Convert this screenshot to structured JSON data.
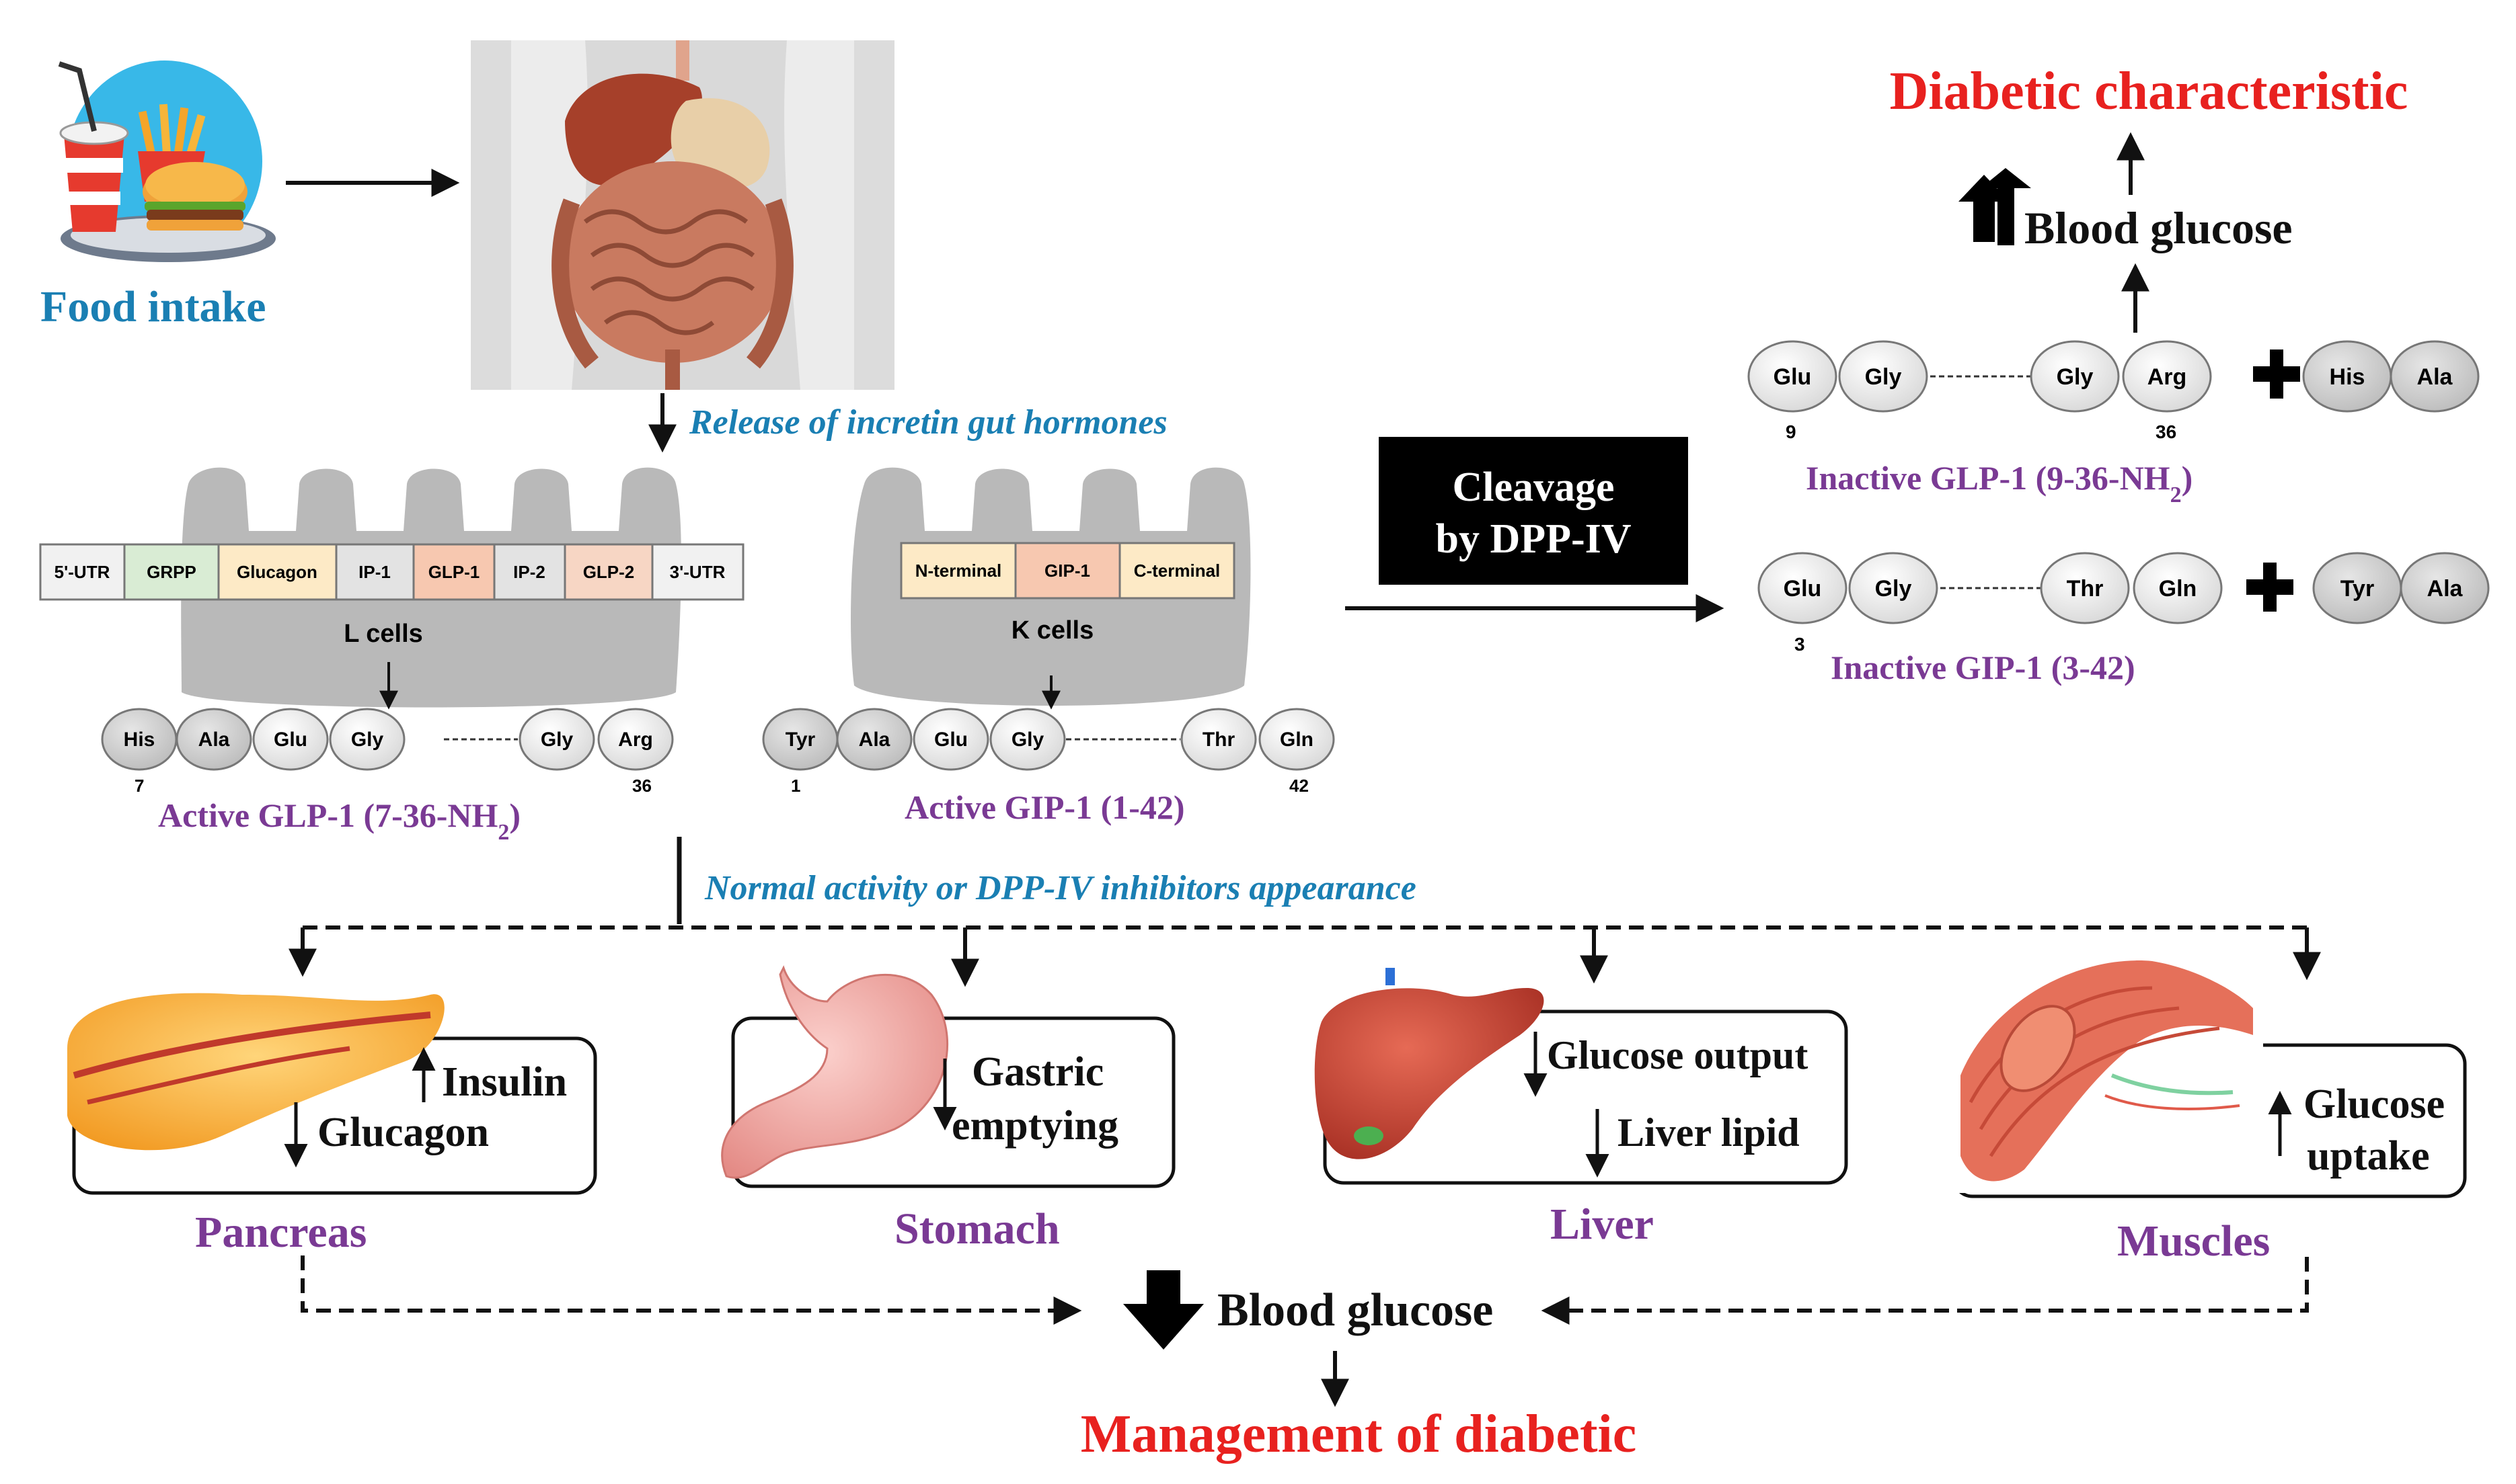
{
  "food": {
    "label": "Food intake",
    "icon": "fast-food-icon"
  },
  "release_label": "Release of incretin gut hormones",
  "cleavage": {
    "line1": "Cleavage",
    "line2": "by DPP-IV"
  },
  "top_right": {
    "diabetic": "Diabetic characteristic",
    "blood_glucose": "Blood glucose"
  },
  "l_cells": {
    "label": "L cells",
    "segments": [
      "5'-UTR",
      "GRPP",
      "Glucagon",
      "IP-1",
      "GLP-1",
      "IP-2",
      "GLP-2",
      "3'-UTR"
    ],
    "chain": [
      "His",
      "Ala",
      "Glu",
      "Gly",
      "Gly",
      "Arg"
    ],
    "num_left": "7",
    "num_right": "36",
    "name": "Active GLP-1 (7-36-NH",
    "sub": "2",
    "close": ")"
  },
  "k_cells": {
    "label": "K cells",
    "segments": [
      "N-terminal",
      "GIP-1",
      "C-terminal"
    ],
    "chain": [
      "Tyr",
      "Ala",
      "Glu",
      "Gly",
      "Thr",
      "Gln"
    ],
    "num_left": "1",
    "num_right": "42",
    "name": "Active GIP-1 (1-42)"
  },
  "inactive_glp": {
    "chain": [
      "Glu",
      "Gly",
      "Gly",
      "Arg"
    ],
    "extra": [
      "His",
      "Ala"
    ],
    "num_left": "9",
    "num_right": "36",
    "name": "Inactive GLP-1 (9-36-NH",
    "sub": "2",
    "close": ")"
  },
  "inactive_gip": {
    "chain": [
      "Glu",
      "Gly",
      "Thr",
      "Gln"
    ],
    "extra": [
      "Tyr",
      "Ala"
    ],
    "num_left": "3",
    "name": "Inactive GIP-1 (3-42)"
  },
  "normal_label": "Normal activity or DPP-IV inhibitors appearance",
  "organs": {
    "pancreas": {
      "name": "Pancreas",
      "up": "Insulin",
      "down": "Glucagon"
    },
    "stomach": {
      "name": "Stomach",
      "line1": "Gastric",
      "line2": "emptying"
    },
    "liver": {
      "name": "Liver",
      "line1": "Glucose output",
      "line2": "Liver lipid"
    },
    "muscles": {
      "name": "Muscles",
      "line1": "Glucose",
      "line2": "uptake"
    }
  },
  "bottom": {
    "blood_glucose": "Blood glucose",
    "management": "Management of diabetic"
  },
  "colors": {
    "red": "#e8211f",
    "blue": "#1a7fb3",
    "purple": "#7a3a94"
  }
}
